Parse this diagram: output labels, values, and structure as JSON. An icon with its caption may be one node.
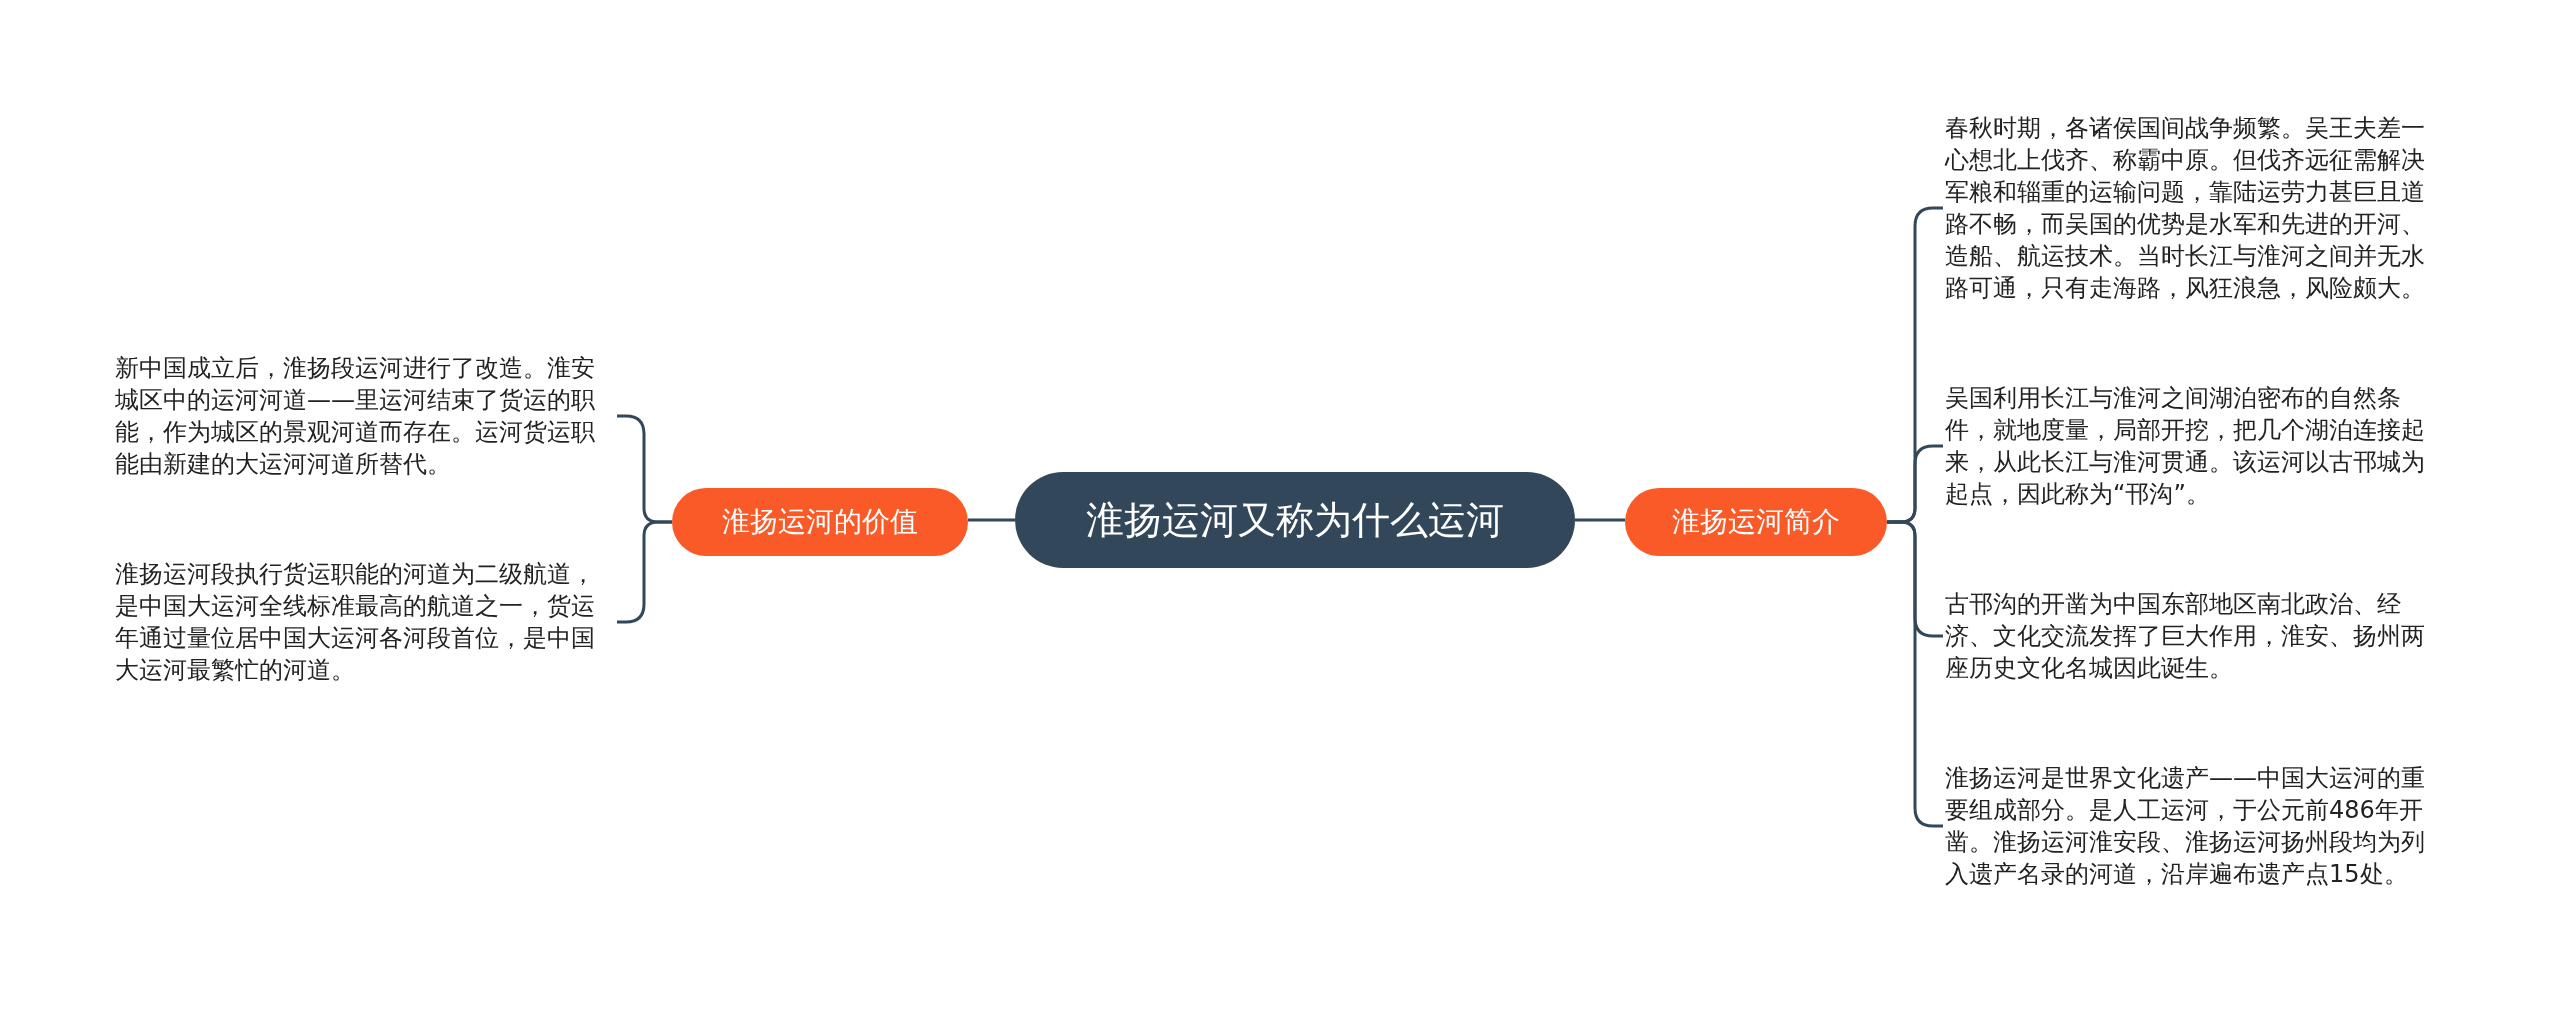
{
  "diagram": {
    "nodes": [
      {
        "text": [
          "淮扬运河又称为什么运河"
        ]
      },
      {
        "text": [
          "淮扬运河的价值"
        ]
      },
      {
        "text": [
          "新中国成立后，淮扬段运河进行了改造。淮安城区中的运河河道——里运河结束了货运的职能，作为城区的景观河道而存在。运河货运职能由新建的大运河河道所替代。"
        ]
      },
      {
        "text": [
          "淮扬运河段执行货运职能的河道为二级航道，是中国大运河全线标准最高的航道之一，货运年通过量位居中国大运河各河段首位，是中国大运河最繁忙的河道。"
        ]
      },
      {
        "text": [
          "淮扬运河简介"
        ]
      },
      {
        "text": [
          "春秋时期，各诸侯国间战争频繁。吴王夫差一心想北上伐齐、称霸中原。但伐齐远征需解决军粮和辎重的运输问题，靠陆运劳力甚巨且道路不畅，而吴国的优势是水军和先进的开河、造船、航运技术。当时长江与淮河之间并无水路可通，只有走海路，风狂浪急，风险颇大。"
        ]
      },
      {
        "text": [
          "吴国利用长江与淮河之间湖泊密布的自然条件，就地度量，局部开挖，把几个湖泊连接起来，从此长江与淮河贯通。该运河以古邗城为起点，因此称为“邗沟”。"
        ]
      },
      {
        "text": [
          "古邗沟的开凿为中国东部地区南北政治、经济、文化交流发挥了巨大作用，淮安、扬州两座历史文化名城因此诞生。"
        ]
      },
      {
        "text": [
          "淮扬运河是世界文化遗产——中国大运河的重要组成部分。是人工运河，于公元前486年开凿。淮扬运河淮安段、淮扬运河扬州段均为列入遗产名录的河道，沿岸遍布遗产点15处。"
        ]
      }
    ],
    "edges": [
      {
        "from": 0,
        "to": 1,
        "arrow": "none"
      },
      {
        "from": 1,
        "to": 2,
        "arrow": "none"
      },
      {
        "from": 1,
        "to": 3,
        "arrow": "none"
      },
      {
        "from": 0,
        "to": 4,
        "arrow": "none"
      },
      {
        "from": 4,
        "to": 5,
        "arrow": "none"
      },
      {
        "from": 4,
        "to": 6,
        "arrow": "none"
      },
      {
        "from": 4,
        "to": 7,
        "arrow": "none"
      },
      {
        "from": 4,
        "to": 8,
        "arrow": "none"
      }
    ]
  }
}
